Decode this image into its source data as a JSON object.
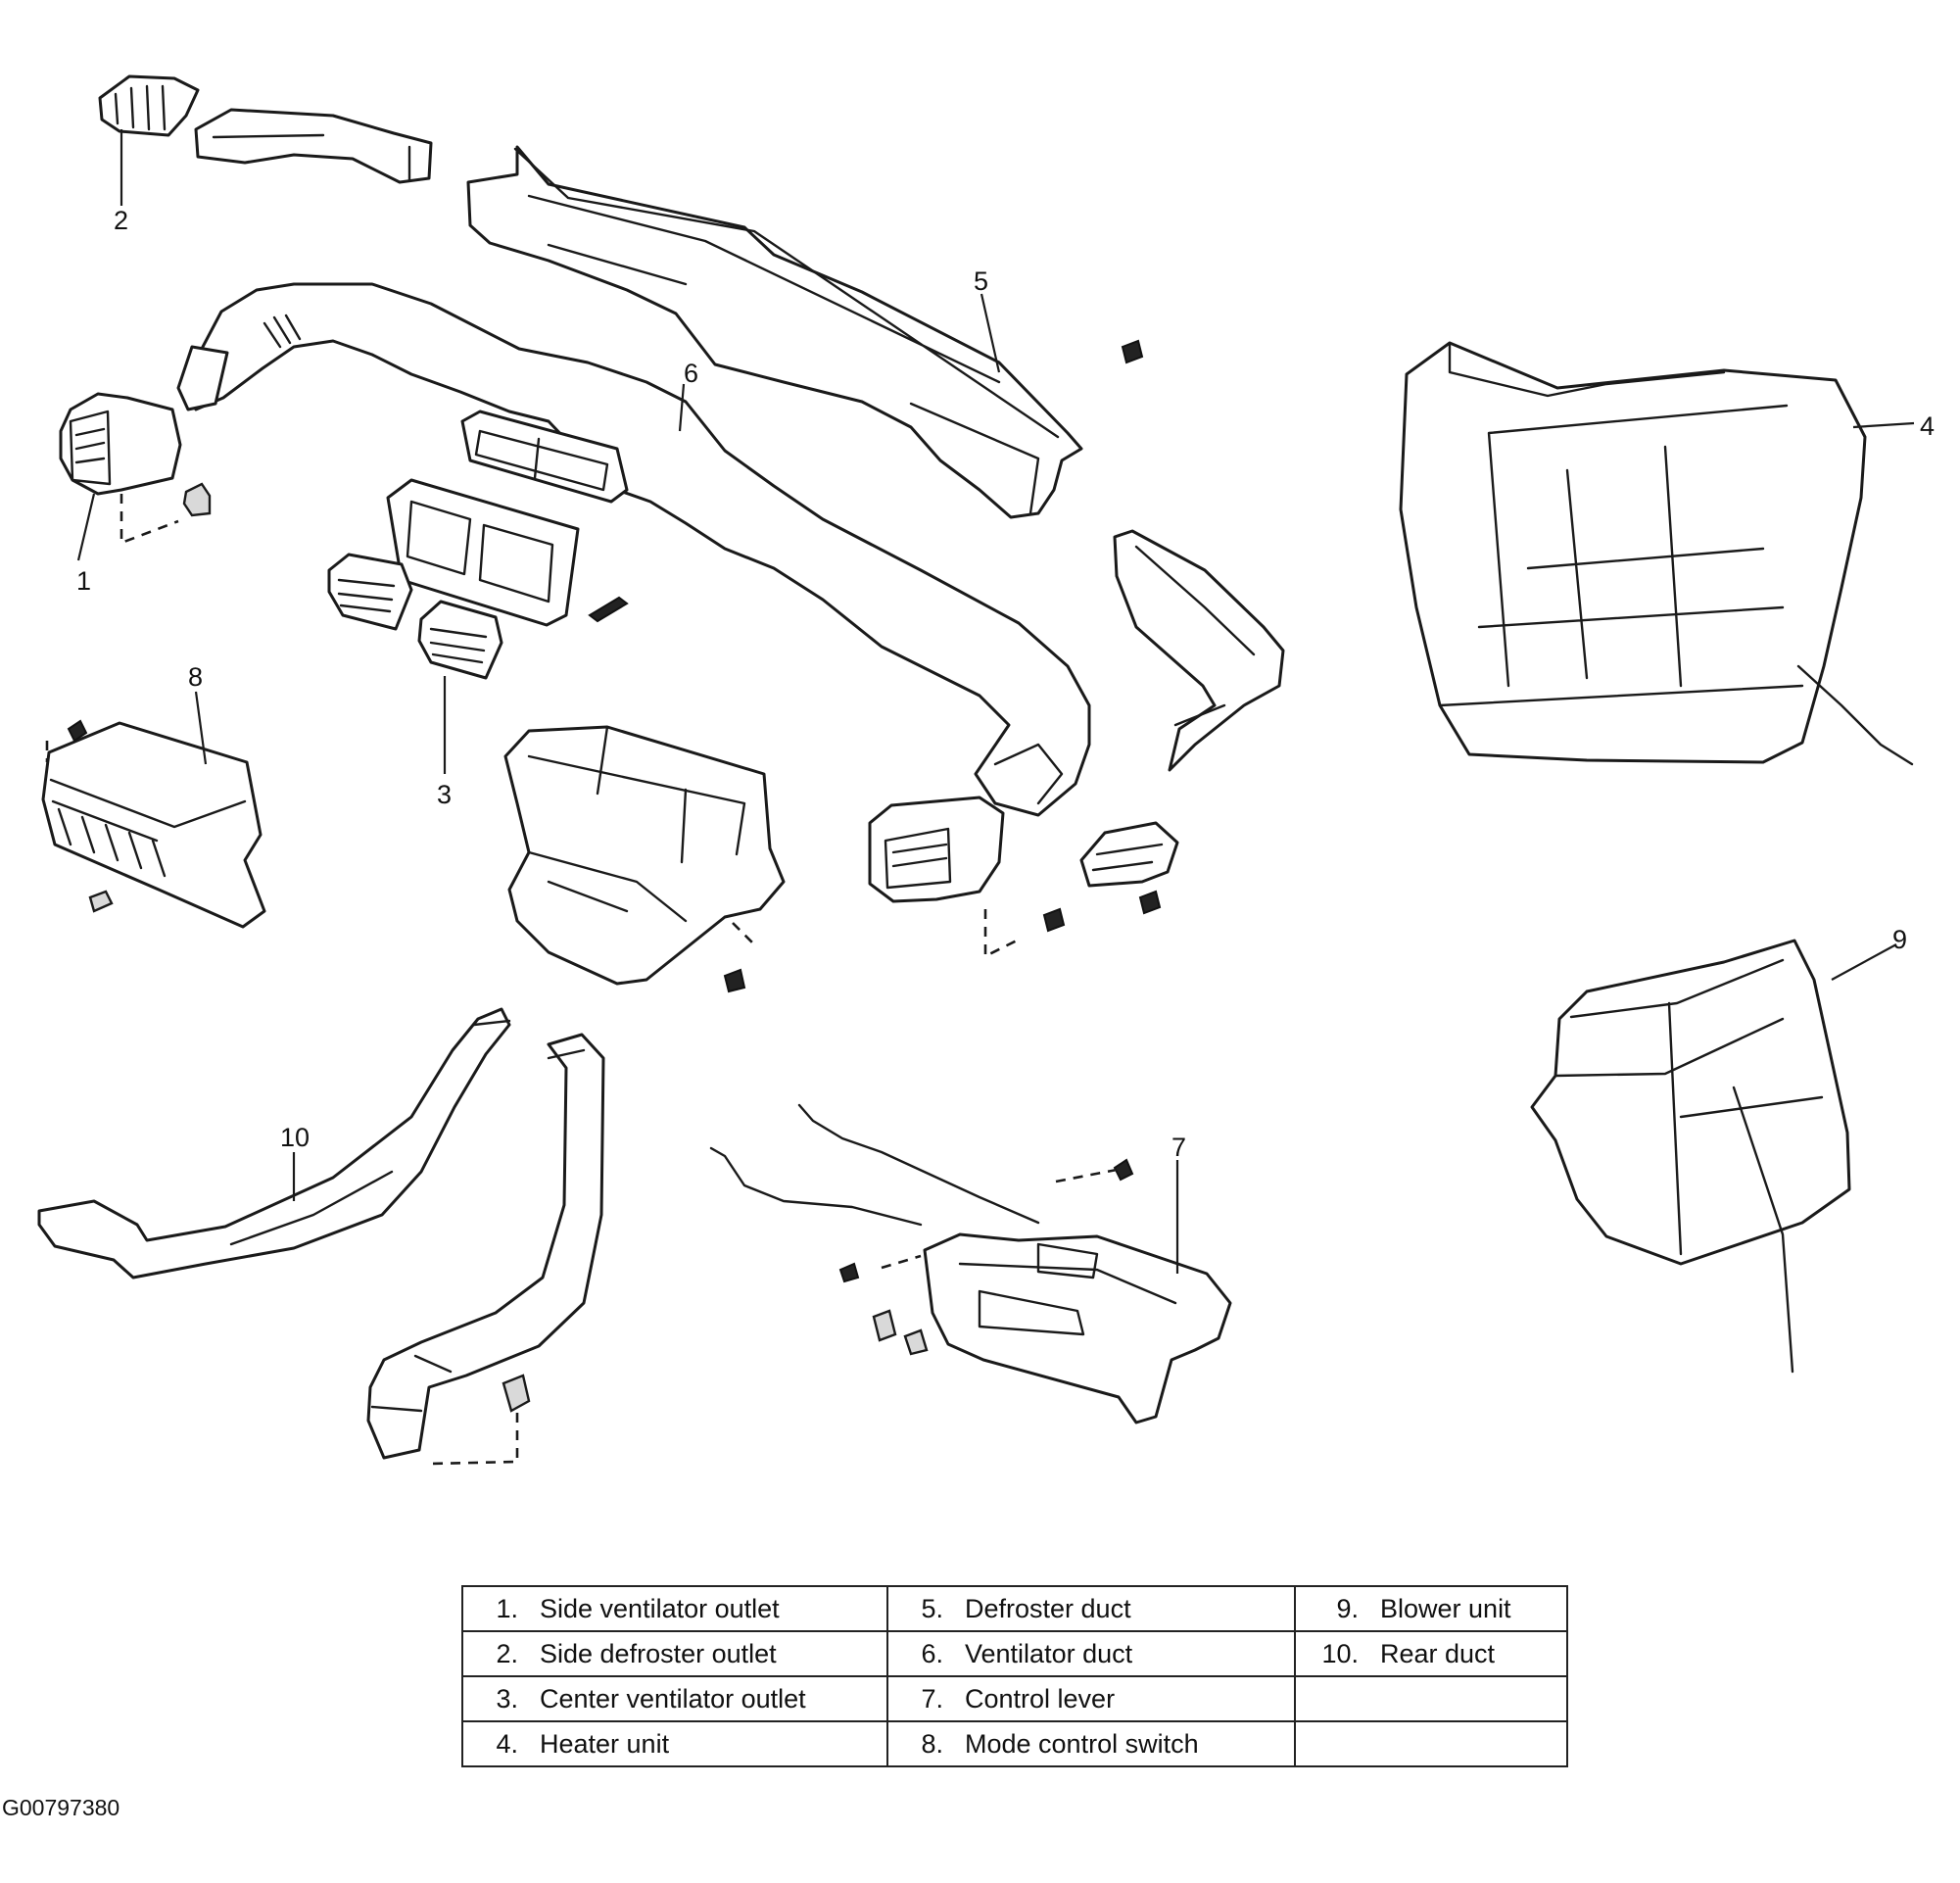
{
  "diagram": {
    "callouts": [
      "1",
      "2",
      "3",
      "4",
      "5",
      "6",
      "7",
      "8",
      "9",
      "10"
    ]
  },
  "legend": [
    [
      {
        "num": "1.",
        "label": "Side ventilator outlet"
      },
      {
        "num": "5.",
        "label": "Defroster duct"
      },
      {
        "num": "9.",
        "label": "Blower unit"
      }
    ],
    [
      {
        "num": "2.",
        "label": "Side defroster outlet"
      },
      {
        "num": "6.",
        "label": "Ventilator duct"
      },
      {
        "num": "10.",
        "label": "Rear duct"
      }
    ],
    [
      {
        "num": "3.",
        "label": "Center ventilator outlet"
      },
      {
        "num": "7.",
        "label": "Control lever"
      },
      {
        "num": "",
        "label": ""
      }
    ],
    [
      {
        "num": "4.",
        "label": "Heater unit"
      },
      {
        "num": "8.",
        "label": "Mode control switch"
      },
      {
        "num": "",
        "label": ""
      }
    ]
  ],
  "figure_id": "G00797380"
}
